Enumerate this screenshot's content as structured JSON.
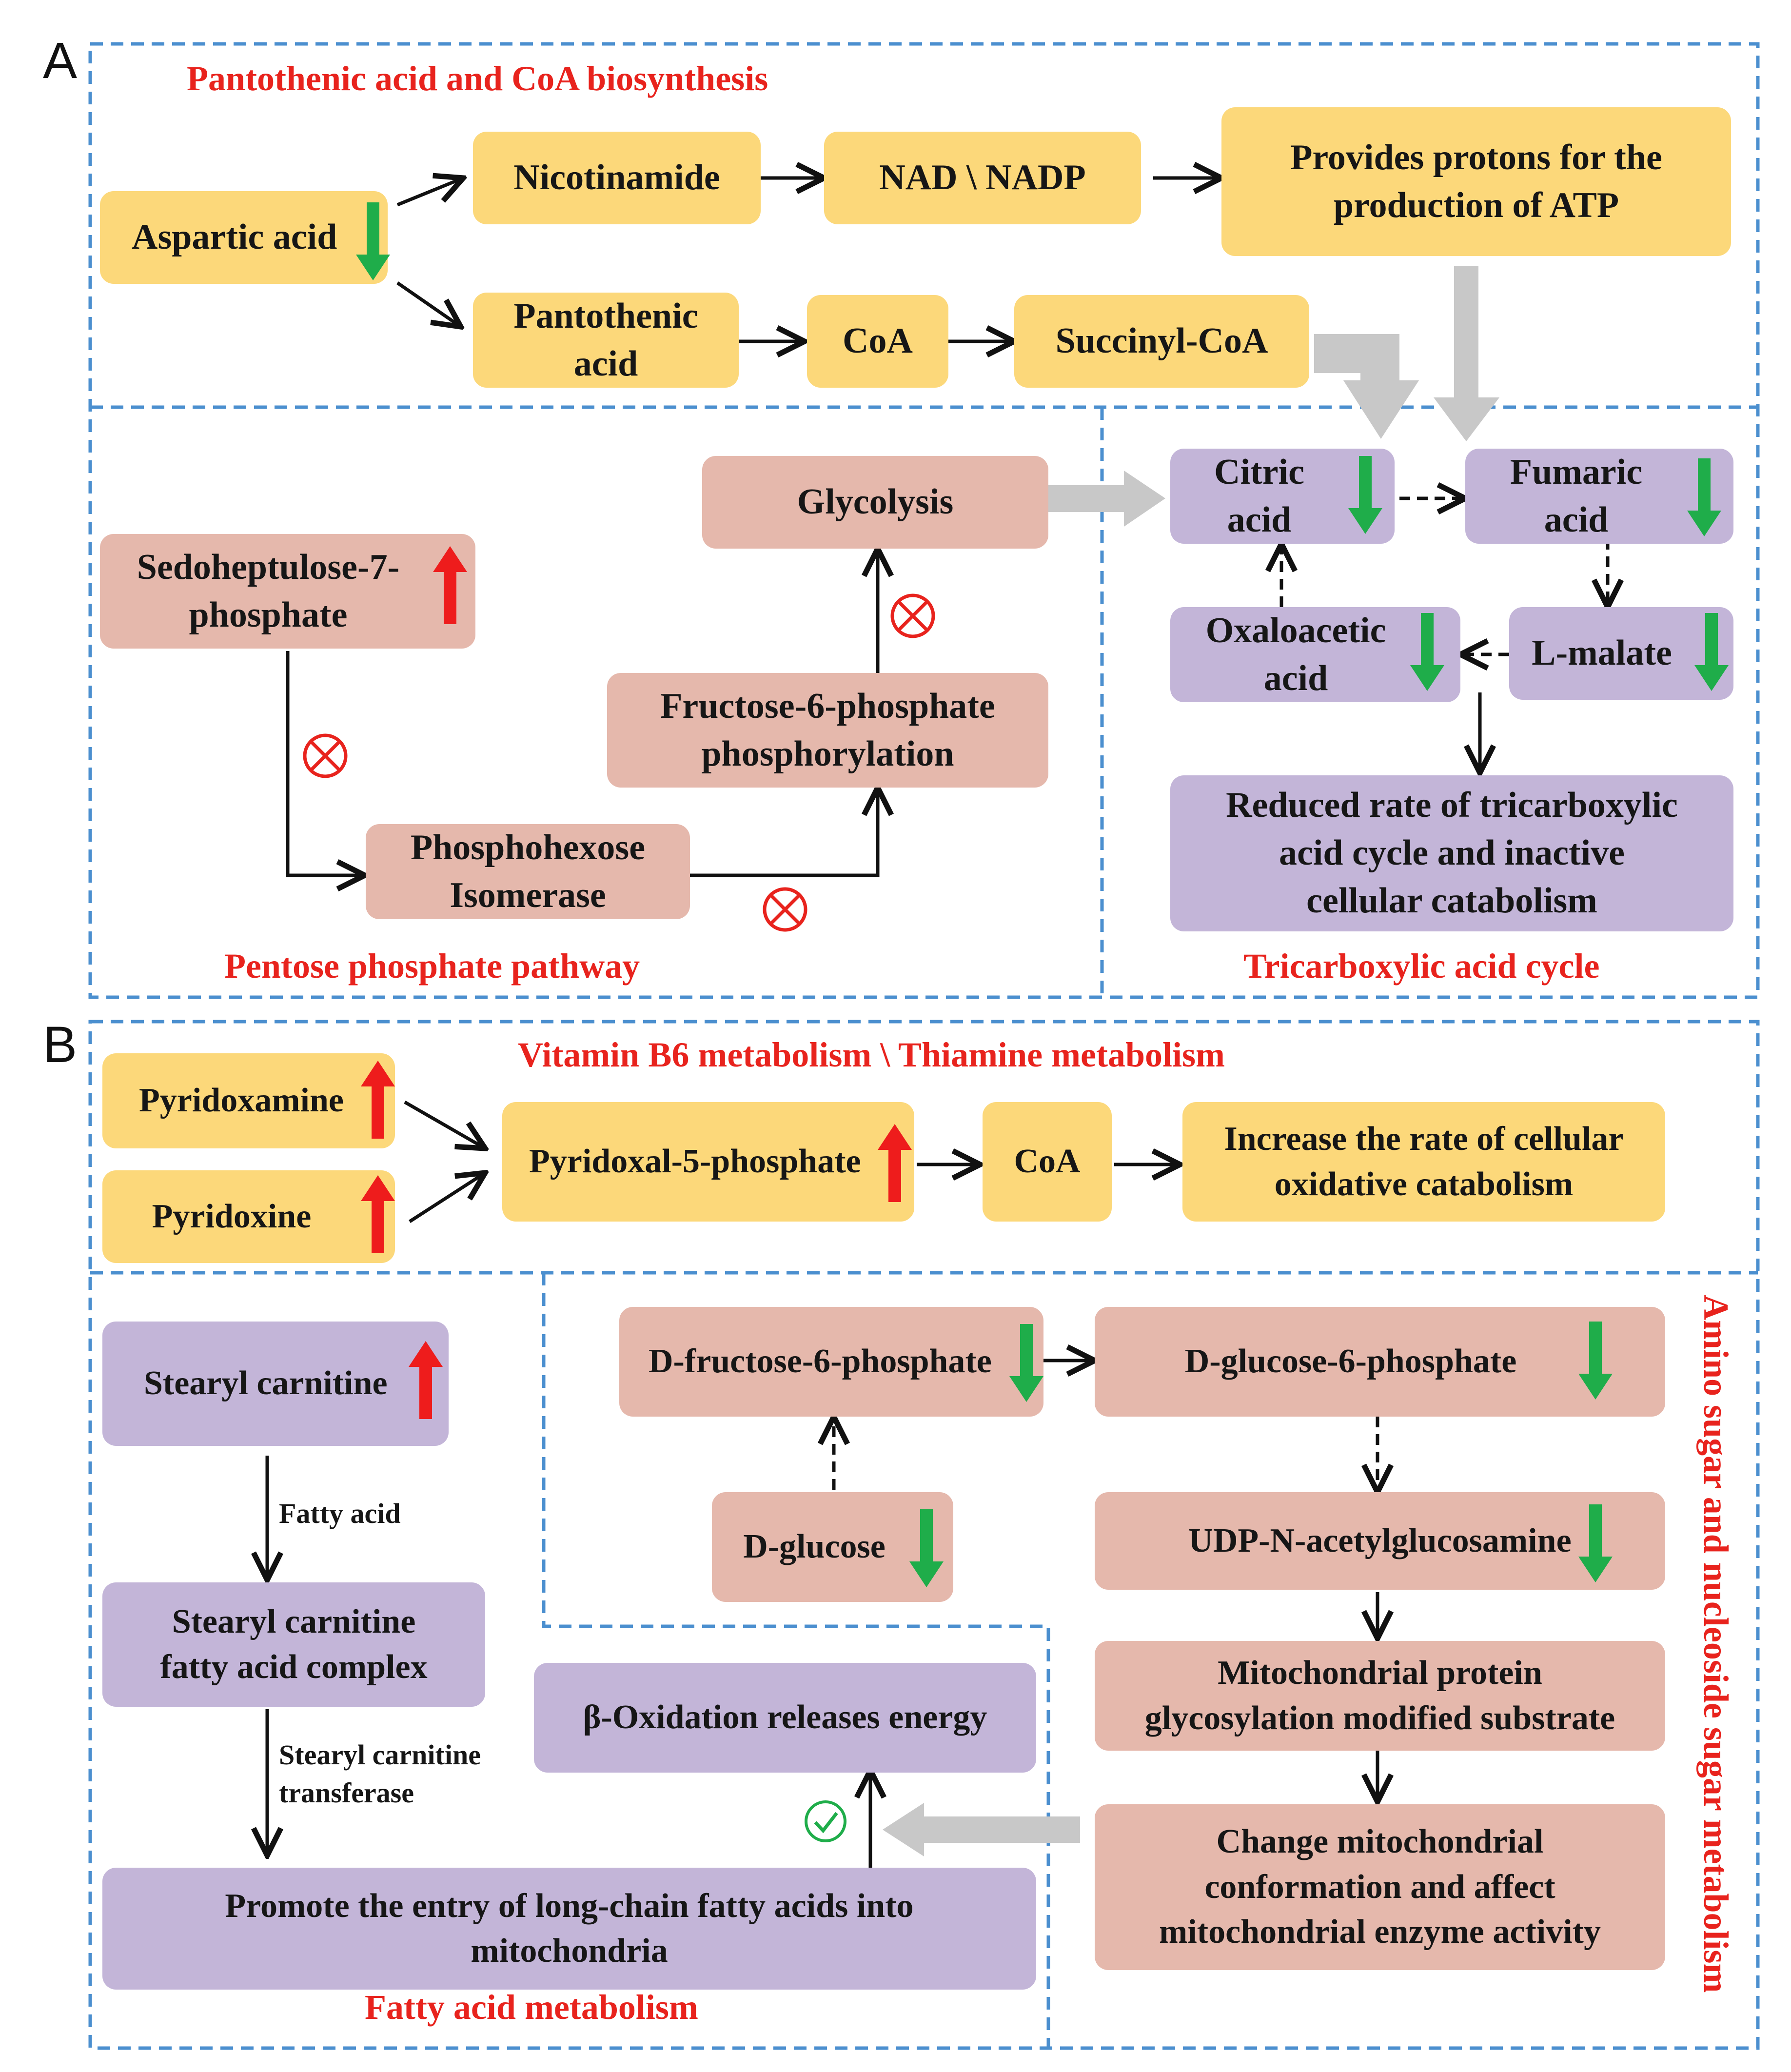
{
  "panels": {
    "a": "A",
    "b": "B"
  },
  "titles": {
    "pantothenic": "Pantothenic acid and CoA biosynthesis",
    "pentose": "Pentose phosphate pathway",
    "tca": "Tricarboxylic acid cycle",
    "vitamin": "Vitamin B6 metabolism \\ Thiamine metabolism",
    "fatty": "Fatty acid metabolism",
    "amino": "Amino sugar and nucleoside sugar metabolism"
  },
  "nodes": {
    "aspartic": "Aspartic acid",
    "nicotinamide": "Nicotinamide",
    "nad": "NAD \\ NADP",
    "protons": [
      "Provides protons for the",
      "production of ATP"
    ],
    "pantothenic": [
      "Pantothenic",
      "acid"
    ],
    "coa_a": "CoA",
    "succinyl": "Succinyl-CoA",
    "glycolysis": "Glycolysis",
    "sedo": [
      "Sedoheptulose-7-",
      "phosphate"
    ],
    "f6p_phos": [
      "Fructose-6-phosphate",
      "phosphorylation"
    ],
    "phi": [
      "Phosphohexose",
      "Isomerase"
    ],
    "citric": [
      "Citric",
      "acid"
    ],
    "fumaric": [
      "Fumaric",
      "acid"
    ],
    "oxalo": [
      "Oxaloacetic",
      "acid"
    ],
    "malate": "L-malate",
    "reduced": [
      "Reduced rate of tricarboxylic",
      "acid cycle and inactive",
      "cellular catabolism"
    ],
    "pyridoxamine": "Pyridoxamine",
    "pyridoxine": "Pyridoxine",
    "p5p": "Pyridoxal-5-phosphate",
    "coa_b": "CoA",
    "increase": [
      "Increase the rate of cellular",
      "oxidative catabolism"
    ],
    "stearyl": "Stearyl carnitine",
    "complex": [
      "Stearyl carnitine",
      "fatty acid complex"
    ],
    "promote": [
      "Promote the entry of long-chain fatty acids into",
      "mitochondria"
    ],
    "beta": "β-Oxidation releases energy",
    "dfructose": "D-fructose-6-phosphate",
    "dglucose6p": "D-glucose-6-phosphate",
    "dglucose": "D-glucose",
    "udp": "UDP-N-acetylglucosamine",
    "mito_protein": [
      "Mitochondrial protein",
      "glycosylation modified substrate"
    ],
    "change": [
      "Change mitochondrial",
      "conformation and affect",
      "mitochondrial enzyme activity"
    ]
  },
  "edge_labels": {
    "fatty_acid": "Fatty acid",
    "transferase": [
      "Stearyl carnitine",
      "transferase"
    ]
  },
  "indicators": {
    "aspartic": "down",
    "citric": "down",
    "fumaric": "down",
    "oxalo": "down",
    "malate": "down",
    "sedo": "up",
    "pyridoxamine": "up",
    "pyridoxine": "up",
    "p5p": "up",
    "stearyl": "up",
    "dfructose": "down",
    "dglucose6p": "down",
    "dglucose": "down",
    "udp": "down"
  },
  "colors": {
    "up_arrow": "#ee1c1c",
    "down_arrow": "#1fad4a",
    "section_title": "#e8231d",
    "yellow_box": "#fcd87a",
    "purple_box": "#c3b5d8",
    "pink_box": "#e5b8ac",
    "dashed_frame": "#4b8fcf",
    "gray_arrow": "#c8c8c8",
    "inhibit_symbol": "#e8231d",
    "promote_symbol": "#1fad4a"
  },
  "icons": {
    "inhibit": "circled-x-icon",
    "promote": "circled-check-icon",
    "increase": "red-up-arrow-icon",
    "decrease": "green-down-arrow-icon"
  }
}
